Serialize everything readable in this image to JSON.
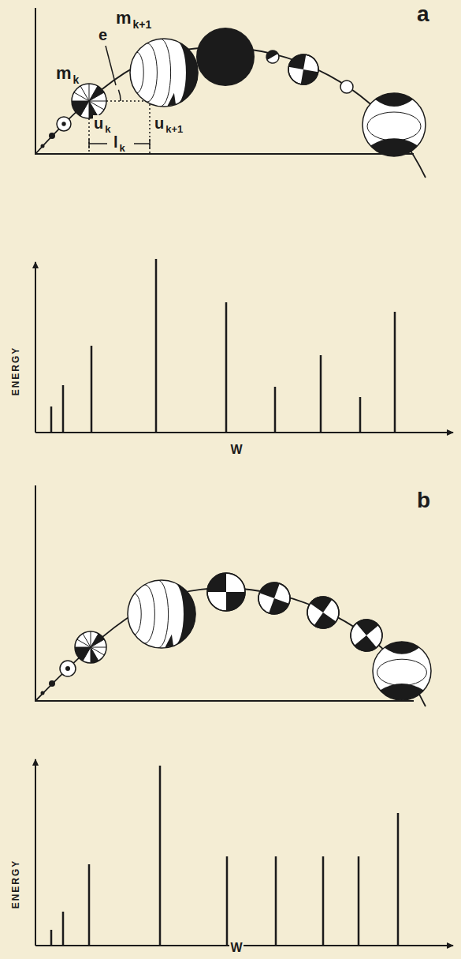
{
  "diagram": {
    "labels": [
      "a",
      "m",
      "k+1",
      "e",
      "m",
      "k",
      "u",
      "k",
      "u",
      "k+1",
      "l",
      "k",
      "ENERGY",
      "W",
      "b",
      "ENERGY",
      "W"
    ]
  }
}
